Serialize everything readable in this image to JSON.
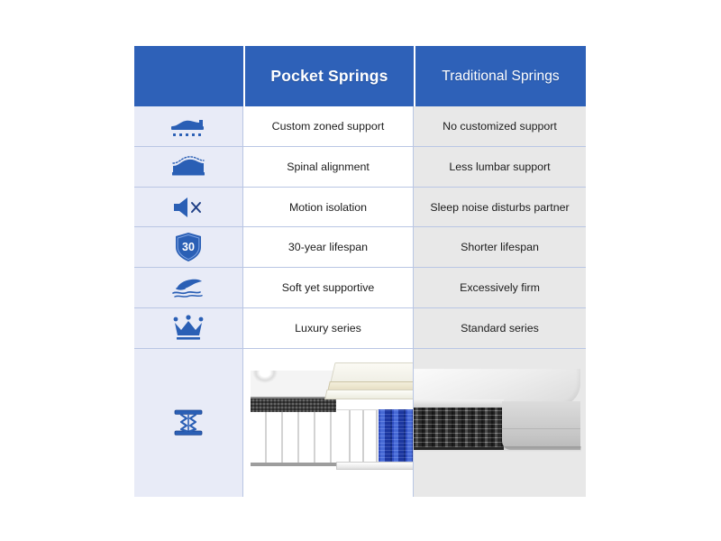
{
  "table": {
    "header": {
      "icon_column_label": "",
      "pocket_label": "Pocket Springs",
      "traditional_label": "Traditional Springs"
    },
    "rows": [
      {
        "icon": "person-in-bed-icon",
        "pocket": "Custom zoned support",
        "traditional": "No customized support"
      },
      {
        "icon": "spinal-alignment-icon",
        "pocket": "Spinal alignment",
        "traditional": "Less lumbar support"
      },
      {
        "icon": "muted-speaker-icon",
        "pocket": "Motion isolation",
        "traditional": "Sleep noise disturbs partner"
      },
      {
        "icon": "shield-30-icon",
        "pocket": "30-year lifespan",
        "traditional": "Shorter lifespan"
      },
      {
        "icon": "hand-on-waves-icon",
        "pocket": "Soft yet supportive",
        "traditional": "Excessively firm"
      },
      {
        "icon": "crown-icon",
        "pocket": "Luxury series",
        "traditional": "Standard series"
      }
    ],
    "image_row": {
      "icon": "coil-spring-icon",
      "pocket_image_alt": "pocket-spring-mattress-cutaway",
      "traditional_image_alt": "traditional-spring-mattress-cutaway"
    },
    "shield_badge_number": "30",
    "colors": {
      "header_blue": "#2e61b8",
      "icon_blue": "#2a5fb5",
      "icon_column_bg": "#e8ebf7",
      "pocket_column_bg": "#ffffff",
      "traditional_column_bg": "#e8e8e8",
      "grid_line": "#b9c6e4",
      "page_bg": "#ffffff",
      "pocket_coil_blue": "#2f4fc9"
    }
  }
}
